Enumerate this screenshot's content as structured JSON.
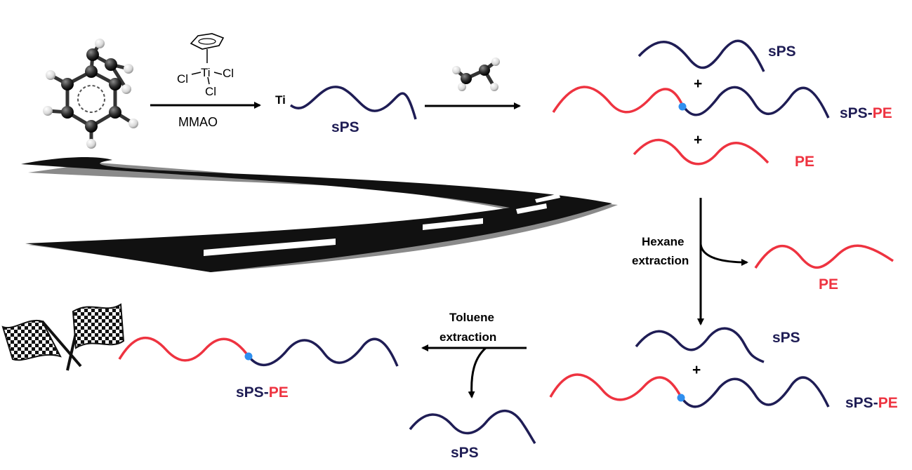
{
  "colors": {
    "sps_chain": "#1f1d55",
    "pe_chain": "#ee3340",
    "junction": "#2f8fef",
    "arrow": "#000000",
    "road": "#111111",
    "road_edge": "#8a8a8a",
    "road_marking": "#ffffff"
  },
  "catalyst": {
    "ligand_label": "Cl",
    "metal_label": "Ti",
    "cocatalyst_label": "MMAO"
  },
  "labels": {
    "chain_end_metal": "Ti",
    "sps": "sPS",
    "copolymer_sps_part": "sPS-",
    "copolymer_pe_part": "PE",
    "pe": "PE",
    "plus": "+"
  },
  "extractions": {
    "hexane_line1": "Hexane",
    "hexane_line2": "extraction",
    "toluene_line1": "Toluene",
    "toluene_line2": "extraction"
  },
  "icons": {
    "monomer_1": "styrene-molecule-icon",
    "monomer_2": "ethylene-molecule-icon",
    "road": "road-icon",
    "finish": "checkered-flags-icon"
  }
}
